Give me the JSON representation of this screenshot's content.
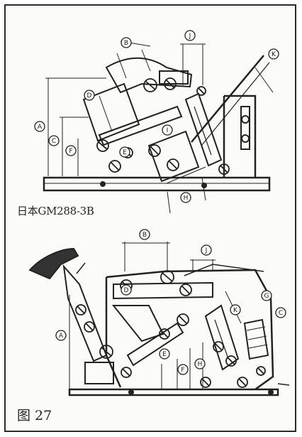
{
  "figure": {
    "caption_top": "日本GM288-3B",
    "caption_bottom": "图 27"
  },
  "labels": {
    "A": "A",
    "B": "B",
    "C": "C",
    "D": "D",
    "E": "E",
    "F": "F",
    "G": "G",
    "H": "H",
    "I": "I",
    "J": "J",
    "K": "K"
  },
  "colors": {
    "ink": "#222222",
    "paper": "#fbfbf9"
  }
}
